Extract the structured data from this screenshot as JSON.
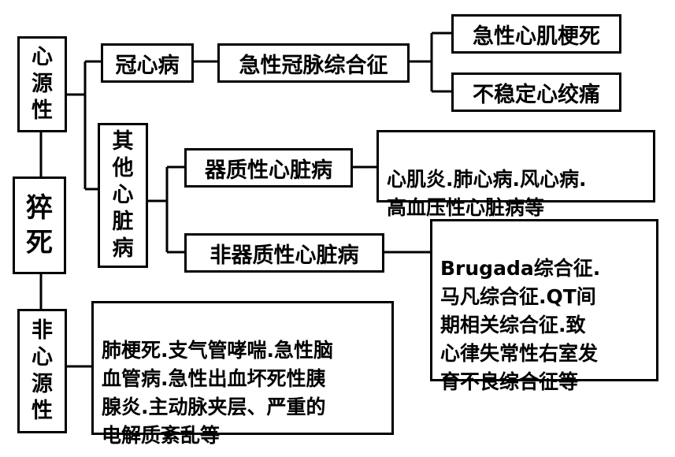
{
  "root": "猝死",
  "branches": {
    "cardiac": {
      "label": "心源性",
      "coronary": {
        "label": "冠心病",
        "acs": {
          "label": "急性冠脉综合征",
          "items": [
            "急性心肌梗死",
            "不稳定心绞痛"
          ]
        }
      },
      "other": {
        "label": "其他心脏病",
        "organic": {
          "label": "器质性心脏病",
          "examples": "心肌炎.肺心病.风心病.\n高血压性心脏病等"
        },
        "nonorganic": {
          "label": "非器质性心脏病",
          "examples": "Brugada综合征.\n马凡综合征.QT间\n期相关综合征.致\n心律失常性右室发\n育不良综合征等"
        }
      }
    },
    "noncardiac": {
      "label": "非心源性",
      "examples": "肺梗死.支气管哮喘.急性脑\n血管病.急性出血坏死性胰\n腺炎.主动脉夹层、严重的\n电解质紊乱等"
    }
  }
}
